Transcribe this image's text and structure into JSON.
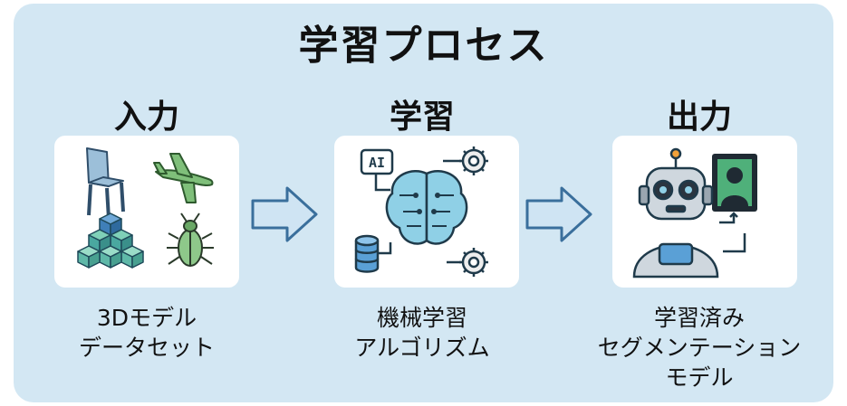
{
  "title": "学習プロセス",
  "columns": [
    {
      "heading": "入力",
      "caption_lines": [
        "3Dモデル",
        "データセット"
      ]
    },
    {
      "heading": "学習",
      "caption_lines": [
        "機械学習",
        "アルゴリズム"
      ],
      "ai_label": "AI"
    },
    {
      "heading": "出力",
      "caption_lines": [
        "学習済み",
        "セグメンテーション",
        "モデル"
      ]
    }
  ],
  "icons": {
    "input": [
      "chair-icon",
      "airplane-icon",
      "cube-stack-icon",
      "beetle-icon"
    ],
    "learning": [
      "ai-chip-icon",
      "brain-circuit-icon",
      "gear-icon",
      "database-icon"
    ],
    "output": [
      "robot-icon",
      "person-portrait-icon"
    ]
  },
  "colors": {
    "panel": "#d3e7f3",
    "arrow_stroke": "#3a6f9c",
    "arrow_fill": "#cfe4f3"
  }
}
